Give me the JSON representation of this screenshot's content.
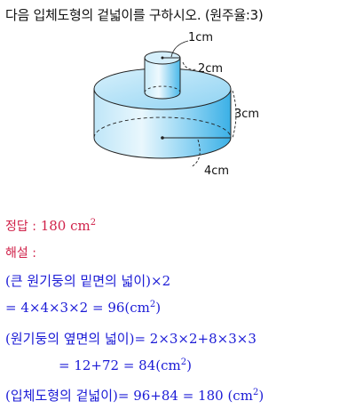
{
  "question": "다음 입체도형의 겉넓이를 구하시오. (원주율:3)",
  "figure": {
    "labels": [
      "1cm",
      "2cm",
      "3cm",
      "4cm"
    ]
  },
  "answer": {
    "label": "정답 :",
    "value": "180 cm",
    "exp": "2"
  },
  "solution": {
    "title": "해설 :",
    "line1": "(큰 원기둥의 밑면의 넓이)×2",
    "line2_pre": "= 4×4×3×2 = 96",
    "line2_unit": "(cm",
    "line2_close": ")",
    "line3": "(원기둥의 옆면의 넓이)= 2×3×2+8×3×3",
    "line4_pre": "= 12+72 = 84",
    "line4_unit": "(cm",
    "line4_close": ")",
    "line5_pre": "(입체도형의 겉넓이)= 96+84 = 180",
    "line5_unit": " (cm",
    "line5_close": ")",
    "exp": "2"
  },
  "colors": {
    "question": "#111111",
    "answer": "#d0224a",
    "solution": "#1a1ad6",
    "cylinder_light": "#dff2fc",
    "cylinder_mid": "#8fd3f3",
    "cylinder_dark": "#3bb0e6"
  }
}
